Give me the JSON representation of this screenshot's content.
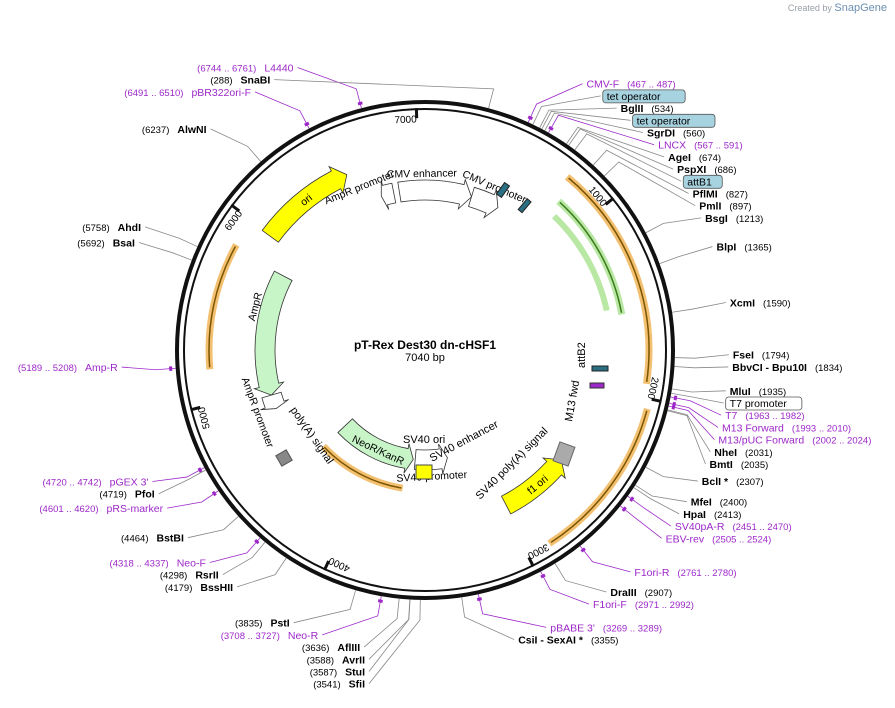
{
  "app": {
    "credit_prefix": "Created by",
    "credit_brand": "SnapGene"
  },
  "plasmid": {
    "name": "pT-Rex Dest30 dn-cHSF1",
    "size_label": "7040 bp",
    "length": 7040
  },
  "colors": {
    "enzyme": "#000000",
    "primer": "#9d28c8",
    "ori": "#ffff00",
    "cds_green": "#c8f5c8",
    "orange": "#f0c070",
    "feature_box": "#a7d2e0"
  },
  "ticks": [
    {
      "pos": 1000,
      "label": "1000"
    },
    {
      "pos": 2000,
      "label": "2000"
    },
    {
      "pos": 3000,
      "label": "3000"
    },
    {
      "pos": 4000,
      "label": "4000"
    },
    {
      "pos": 5000,
      "label": "5000"
    },
    {
      "pos": 6000,
      "label": "6000"
    },
    {
      "pos": 7000,
      "label": "7000"
    }
  ],
  "labels": [
    {
      "id": "snabi",
      "type": "enzyme",
      "pos": 288,
      "name": "SnaBI",
      "coord": "(288)",
      "side": "left"
    },
    {
      "id": "cmvf",
      "type": "primer",
      "pos": 477,
      "name": "CMV-F",
      "coord": "(467 .. 487)",
      "side": "right"
    },
    {
      "id": "tetop1",
      "type": "feature",
      "pos": 500,
      "name": "tet operator",
      "coord": "",
      "side": "right"
    },
    {
      "id": "bglii",
      "type": "enzyme",
      "pos": 534,
      "name": "BglII",
      "coord": "(534)",
      "side": "right"
    },
    {
      "id": "tetop2",
      "type": "feature",
      "pos": 545,
      "name": "tet operator",
      "coord": "",
      "side": "right"
    },
    {
      "id": "sgrdi",
      "type": "enzyme",
      "pos": 560,
      "name": "SgrDI",
      "coord": "(560)",
      "side": "right"
    },
    {
      "id": "lncx",
      "type": "primer",
      "pos": 579,
      "name": "LNCX",
      "coord": "(567 .. 591)",
      "side": "right"
    },
    {
      "id": "agei",
      "type": "enzyme",
      "pos": 674,
      "name": "AgeI",
      "coord": "(674)",
      "side": "right"
    },
    {
      "id": "pspxi",
      "type": "enzyme",
      "pos": 686,
      "name": "PspXI",
      "coord": "(686)",
      "side": "right"
    },
    {
      "id": "attb1",
      "type": "feature",
      "pos": 720,
      "name": "attB1",
      "coord": "",
      "side": "right"
    },
    {
      "id": "pflmi",
      "type": "enzyme",
      "pos": 827,
      "name": "PflMI",
      "coord": "(827)",
      "side": "right"
    },
    {
      "id": "pmli",
      "type": "enzyme",
      "pos": 897,
      "name": "PmlI",
      "coord": "(897)",
      "side": "right"
    },
    {
      "id": "bsgi",
      "type": "enzyme",
      "pos": 1213,
      "name": "BsgI",
      "coord": "(1213)",
      "side": "right"
    },
    {
      "id": "blpi",
      "type": "enzyme",
      "pos": 1365,
      "name": "BlpI",
      "coord": "(1365)",
      "side": "right"
    },
    {
      "id": "xcmi",
      "type": "enzyme",
      "pos": 1590,
      "name": "XcmI",
      "coord": "(1590)",
      "side": "right"
    },
    {
      "id": "fsei",
      "type": "enzyme",
      "pos": 1794,
      "name": "FseI",
      "coord": "(1794)",
      "side": "right"
    },
    {
      "id": "bbvci",
      "type": "enzyme",
      "pos": 1834,
      "name": "BbvCI  - Bpu10I",
      "coord": "(1834)",
      "side": "right"
    },
    {
      "id": "mlui",
      "type": "enzyme",
      "pos": 1935,
      "name": "MluI",
      "coord": "(1935)",
      "side": "right"
    },
    {
      "id": "t7prom",
      "type": "feature",
      "pos": 1955,
      "name": "T7 promoter",
      "coord": "",
      "side": "right"
    },
    {
      "id": "t7",
      "type": "primer",
      "pos": 1972,
      "name": "T7",
      "coord": "(1963 .. 1982)",
      "side": "right"
    },
    {
      "id": "m13fwd",
      "type": "primer",
      "pos": 2001,
      "name": "M13 Forward",
      "coord": "(1993 .. 2010)",
      "side": "right"
    },
    {
      "id": "m13puc",
      "type": "primer",
      "pos": 2013,
      "name": "M13/pUC Forward",
      "coord": "(2002 .. 2024)",
      "side": "right"
    },
    {
      "id": "nhei",
      "type": "enzyme",
      "pos": 2031,
      "name": "NheI",
      "coord": "(2031)",
      "side": "right"
    },
    {
      "id": "bmti",
      "type": "enzyme",
      "pos": 2035,
      "name": "BmtI",
      "coord": "(2035)",
      "side": "right"
    },
    {
      "id": "bcli",
      "type": "enzyme",
      "pos": 2307,
      "name": "BclI *",
      "coord": "(2307)",
      "side": "right"
    },
    {
      "id": "mfei",
      "type": "enzyme",
      "pos": 2400,
      "name": "MfeI",
      "coord": "(2400)",
      "side": "right"
    },
    {
      "id": "hpai",
      "type": "enzyme",
      "pos": 2413,
      "name": "HpaI",
      "coord": "(2413)",
      "side": "right"
    },
    {
      "id": "sv40par",
      "type": "primer",
      "pos": 2460,
      "name": "SV40pA-R",
      "coord": "(2451 .. 2470)",
      "side": "right"
    },
    {
      "id": "ebvrev",
      "type": "primer",
      "pos": 2515,
      "name": "EBV-rev",
      "coord": "(2505 .. 2524)",
      "side": "right"
    },
    {
      "id": "f1orir",
      "type": "primer",
      "pos": 2770,
      "name": "F1ori-R",
      "coord": "(2761 .. 2780)",
      "side": "right"
    },
    {
      "id": "draiii",
      "type": "enzyme",
      "pos": 2907,
      "name": "DraIII",
      "coord": "(2907)",
      "side": "right"
    },
    {
      "id": "f1orif",
      "type": "primer",
      "pos": 2981,
      "name": "F1ori-F",
      "coord": "(2971 .. 2992)",
      "side": "right"
    },
    {
      "id": "pbabe",
      "type": "primer",
      "pos": 3279,
      "name": "pBABE 3'",
      "coord": "(3269 .. 3289)",
      "side": "right"
    },
    {
      "id": "csii",
      "type": "enzyme",
      "pos": 3355,
      "name": "CsiI  - SexAI *",
      "coord": "(3355)",
      "side": "right"
    },
    {
      "id": "sfii",
      "type": "enzyme",
      "pos": 3541,
      "name": "SfiI",
      "coord": "(3541)",
      "side": "left"
    },
    {
      "id": "stui",
      "type": "enzyme",
      "pos": 3587,
      "name": "StuI",
      "coord": "(3587)",
      "side": "left"
    },
    {
      "id": "avrii",
      "type": "enzyme",
      "pos": 3588,
      "name": "AvrII",
      "coord": "(3588)",
      "side": "left"
    },
    {
      "id": "afliii",
      "type": "enzyme",
      "pos": 3636,
      "name": "AflIII",
      "coord": "(3636)",
      "side": "left"
    },
    {
      "id": "neor",
      "type": "primer",
      "pos": 3717,
      "name": "Neo-R",
      "coord": "(3708 .. 3727)",
      "side": "left"
    },
    {
      "id": "psti",
      "type": "enzyme",
      "pos": 3835,
      "name": "PstI",
      "coord": "(3835)",
      "side": "left"
    },
    {
      "id": "bsshii",
      "type": "enzyme",
      "pos": 4179,
      "name": "BssHII",
      "coord": "(4179)",
      "side": "left"
    },
    {
      "id": "rsrii",
      "type": "enzyme",
      "pos": 4298,
      "name": "RsrII",
      "coord": "(4298)",
      "side": "left"
    },
    {
      "id": "neof",
      "type": "primer",
      "pos": 4327,
      "name": "Neo-F",
      "coord": "(4318 .. 4337)",
      "side": "left"
    },
    {
      "id": "bstbi",
      "type": "enzyme",
      "pos": 4464,
      "name": "BstBI",
      "coord": "(4464)",
      "side": "left"
    },
    {
      "id": "prsmarker",
      "type": "primer",
      "pos": 4610,
      "name": "pRS-marker",
      "coord": "(4601 .. 4620)",
      "side": "left"
    },
    {
      "id": "pfoi",
      "type": "enzyme",
      "pos": 4719,
      "name": "PfoI",
      "coord": "(4719)",
      "side": "left"
    },
    {
      "id": "pgex3",
      "type": "primer",
      "pos": 4731,
      "name": "pGEX 3'",
      "coord": "(4720 .. 4742)",
      "side": "left"
    },
    {
      "id": "ampr_p",
      "type": "primer",
      "pos": 5198,
      "name": "Amp-R",
      "coord": "(5189 .. 5208)",
      "side": "left"
    },
    {
      "id": "bsai",
      "type": "enzyme",
      "pos": 5692,
      "name": "BsaI",
      "coord": "(5692)",
      "side": "left"
    },
    {
      "id": "ahdi",
      "type": "enzyme",
      "pos": 5758,
      "name": "AhdI",
      "coord": "(5758)",
      "side": "left"
    },
    {
      "id": "alwni",
      "type": "enzyme",
      "pos": 6237,
      "name": "AlwNI",
      "coord": "(6237)",
      "side": "left"
    },
    {
      "id": "pbr322",
      "type": "primer",
      "pos": 6500,
      "name": "pBR322ori-F",
      "coord": "(6491 .. 6510)",
      "side": "left"
    },
    {
      "id": "l4440",
      "type": "primer",
      "pos": 6752,
      "name": "L4440",
      "coord": "(6744 .. 6761)",
      "side": "left"
    }
  ],
  "features": [
    {
      "id": "cmv-enhancer",
      "name": "CMV enhancer",
      "start": 6860,
      "end": 330,
      "r": 160,
      "fill": "#ffffff",
      "arrow": "cw",
      "label_pos": 7020,
      "label_r": 177
    },
    {
      "id": "cmv-promoter",
      "name": "CMV promoter",
      "start": 330,
      "end": 530,
      "r": 160,
      "fill": "#ffffff",
      "arrow": "cw",
      "label_pos": 450,
      "label_r": 178
    },
    {
      "id": "ampr-promoter-top",
      "name": "AmpR promoter",
      "start": 6730,
      "end": 6820,
      "r": 160,
      "fill": "#ffffff",
      "arrow": "ccw",
      "label_pos": 6610,
      "label_r": 176
    },
    {
      "id": "ori",
      "name": "ori",
      "start": 5990,
      "end": 6570,
      "r": 192,
      "fill": "#ffff00",
      "arrow": "cw",
      "label_pos": 6290,
      "label_r": 192
    },
    {
      "id": "ampr",
      "name": "AmpR",
      "start": 4960,
      "end": 5820,
      "r": 160,
      "fill": "#c8f5c8",
      "arrow": "ccw",
      "label_pos": 5560,
      "label_r": 176
    },
    {
      "id": "ampr-promoter-bottom",
      "name": "AmpR promoter",
      "start": 4860,
      "end": 4960,
      "r": 160,
      "fill": "#ffffff",
      "arrow": "ccw",
      "label_pos": 4880,
      "label_r": 178
    },
    {
      "id": "neor",
      "name": "NeoR/KanR",
      "start": 3640,
      "end": 4430,
      "r": 110,
      "fill": "#c8f5c8",
      "arrow": "ccw",
      "label_pos": 4010,
      "label_r": 110
    },
    {
      "id": "sv40-promoter",
      "name": "SV40 promoter",
      "start": 3290,
      "end": 3620,
      "r": 110,
      "fill": "#ffffff",
      "arrow": "ccw",
      "label_pos": 3460,
      "label_r": 126
    },
    {
      "id": "f1-ori",
      "name": "f1 ori",
      "start": 2520,
      "end": 2980,
      "r": 175,
      "fill": "#ffff00",
      "arrow": "ccw",
      "label_pos": 2740,
      "label_r": 175
    }
  ],
  "text_labels": [
    {
      "id": "sv40-ori-lbl",
      "text": "SV40 ori"
    },
    {
      "id": "sv40-enh-lbl",
      "text": "SV40 enhancer"
    },
    {
      "id": "sv40-polya-lbl",
      "text": "SV40 poly(A) signal"
    },
    {
      "id": "polya-lbl",
      "text": "poly(A) signal"
    },
    {
      "id": "m13fwd-lbl",
      "text": "M13 fwd"
    },
    {
      "id": "attb2-lbl",
      "text": "attB2"
    }
  ]
}
